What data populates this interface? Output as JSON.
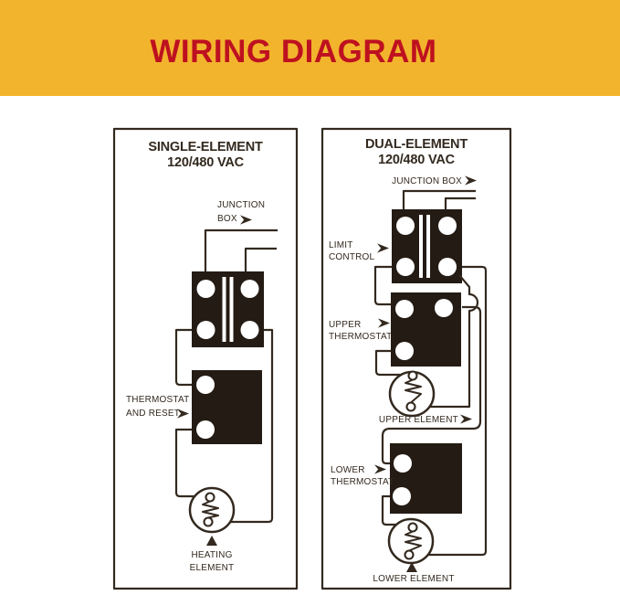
{
  "header": {
    "title": "WIRING DIAGRAM"
  },
  "colors": {
    "band": "#F2B42C",
    "red": "#BE1120",
    "line": "#33291F",
    "box": "#241B14"
  },
  "panels": {
    "single": {
      "title1": "SINGLE-ELEMENT",
      "title2": "120/480 VAC",
      "junction1": "JUNCTION",
      "junction2": "BOX",
      "thermostat1": "THERMOSTAT",
      "thermostat2": "AND RESET",
      "heating1": "HEATING",
      "heating2": "ELEMENT"
    },
    "dual": {
      "title1": "DUAL-ELEMENT",
      "title2": "120/480 VAC",
      "junction": "JUNCTION BOX",
      "limit1": "LIMIT",
      "limit2": "CONTROL",
      "upper_thermo1": "UPPER",
      "upper_thermo2": "THERMOSTAT",
      "upper_element": "UPPER ELEMENT",
      "lower_thermo1": "LOWER",
      "lower_thermo2": "THERMOSTAT",
      "lower_element": "LOWER ELEMENT"
    }
  }
}
